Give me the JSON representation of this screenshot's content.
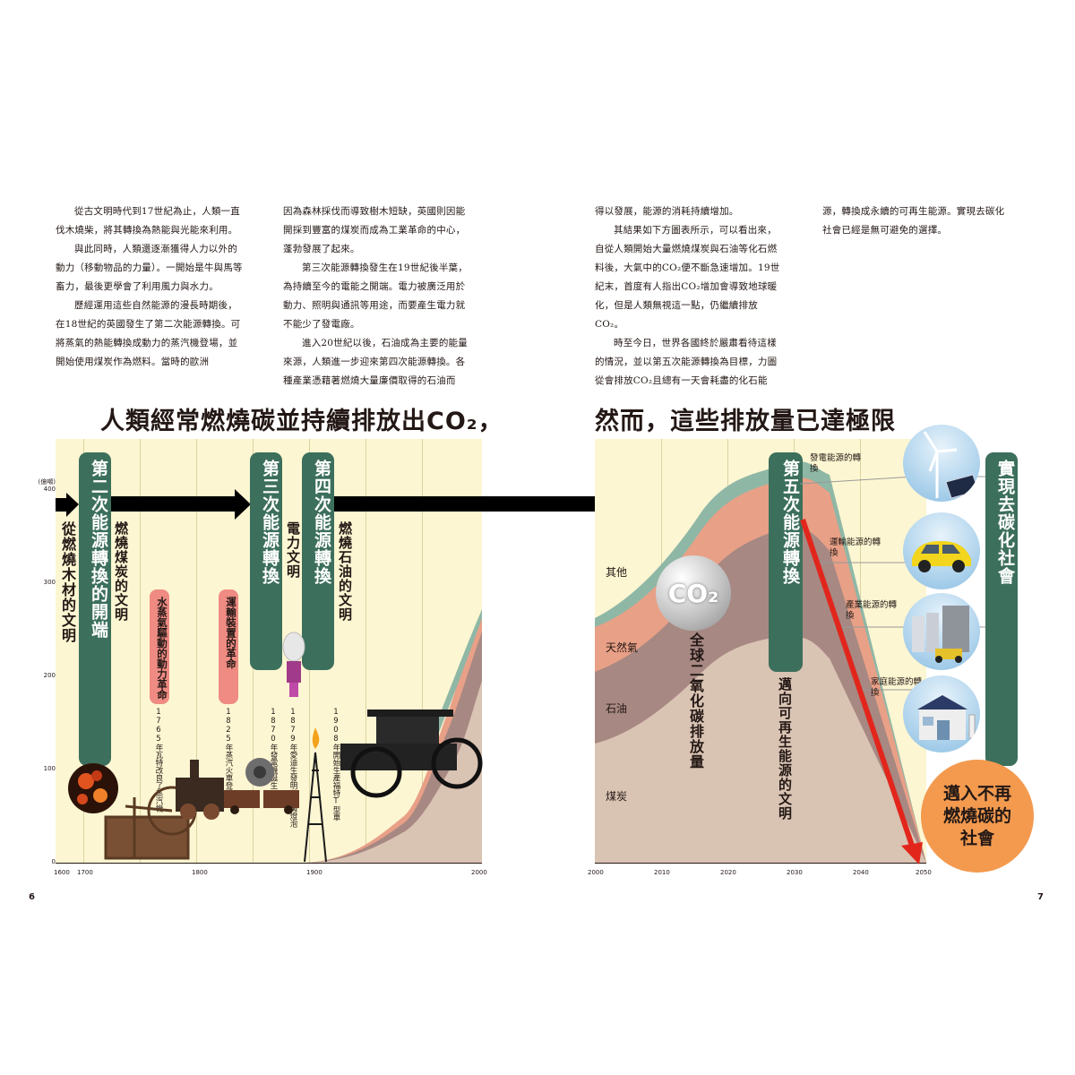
{
  "text_columns": [
    [
      "從古文明時代到17世紀為止，人類一直伐木燒柴，將其轉換為熱能與光能來利用。",
      "與此同時，人類還逐漸獲得人力以外的動力（移動物品的力量）。一開始是牛與馬等畜力，最後更學會了利用風力與水力。",
      "歷經運用這些自然能源的漫長時期後，在18世紀的英國發生了第二次能源轉換。可將蒸氣的熱能轉換成動力的蒸汽機登場，並開始使用煤炭作為燃料。當時的歐洲"
    ],
    [
      "因為森林採伐而導致樹木短缺，英國則因能開採到豐富的煤炭而成為工業革命的中心，蓬勃發展了起來。",
      "第三次能源轉換發生在19世紀後半葉，為持續至今的電能之開端。電力被廣泛用於動力、照明與通訊等用途，而要產生電力就不能少了發電廠。",
      "進入20世紀以後，石油成為主要的能量來源，人類進一步迎來第四次能源轉換。各種產業憑藉著燃燒大量廉價取得的石油而"
    ],
    [
      "得以發展，能源的消耗持續增加。",
      "其結果如下方圖表所示，可以看出來，自從人類開始大量燃燒煤炭與石油等化石燃料後，大氣中的CO₂便不斷急速增加。19世紀末，首度有人指出CO₂增加會導致地球暖化，但是人類無視這一點，仍繼續排放CO₂。",
      "時至今日，世界各國終於嚴肅看待這樣的情況，並以第五次能源轉換為目標，力圖從會排放CO₂且總有一天會耗盡的化石能"
    ],
    [
      "源，轉換成永續的可再生能源。實現去碳化社會已經是無可避免的選擇。"
    ]
  ],
  "headline_left": "人類經常燃燒碳並持續排放出CO₂，",
  "headline_right": "然而，這些排放量已達極限",
  "left_chart": {
    "y_unit": "(億噸)",
    "y_ticks": [
      "400",
      "300",
      "200",
      "100",
      "0"
    ],
    "x_ticks": [
      "1600",
      "1700",
      "1800",
      "1900",
      "2000"
    ],
    "wood_era": "從燃燒木材的文明",
    "band2": "第二次能源轉換的開端",
    "coal_era": "燃燒煤炭的文明",
    "steam_rev": "水蒸氣驅動的動力革命",
    "transport_rev": "運輸裝置的革命",
    "band3": "第三次能源轉換",
    "elec_era": "電力文明",
    "band4": "第四次能源轉換",
    "oil_era": "燃燒石油的文明",
    "events": [
      {
        "year": "1765年",
        "text": "瓦特改良了蒸汽機"
      },
      {
        "year": "1825年",
        "text": "蒸汽火車登場"
      },
      {
        "year": "1870年",
        "text": "發電機誕生"
      },
      {
        "year": "1879年",
        "text": "愛迪生發明了白熾燈泡"
      },
      {
        "year": "1908年",
        "text": "開始生產福特T型車"
      }
    ]
  },
  "right_chart": {
    "x_ticks": [
      "2000",
      "2010",
      "2020",
      "2030",
      "2040",
      "2050"
    ],
    "areas": [
      "其他",
      "天然氣",
      "石油",
      "煤炭"
    ],
    "co2_label": "CO₂",
    "global_co2": "全球二氧化碳排放量",
    "band5": "第五次能源轉換",
    "renewable": "邁向可再生能源的文明",
    "conversions": [
      "發電能源的轉換",
      "運輸能源的轉換",
      "產業能源的轉換",
      "家庭能源的轉換"
    ],
    "decarbon": "實現去碳化社會",
    "no_carbon": "邁入不再燃燒碳的社會"
  },
  "page_left": "6",
  "page_right": "7",
  "colors": {
    "band": "#3c6f5c",
    "coal": "#d9c3b3",
    "oil": "#a78882",
    "gas": "#e8a087",
    "other": "#8fb7a6",
    "arrow_red": "#e2261c",
    "orange": "#f39a4f"
  }
}
